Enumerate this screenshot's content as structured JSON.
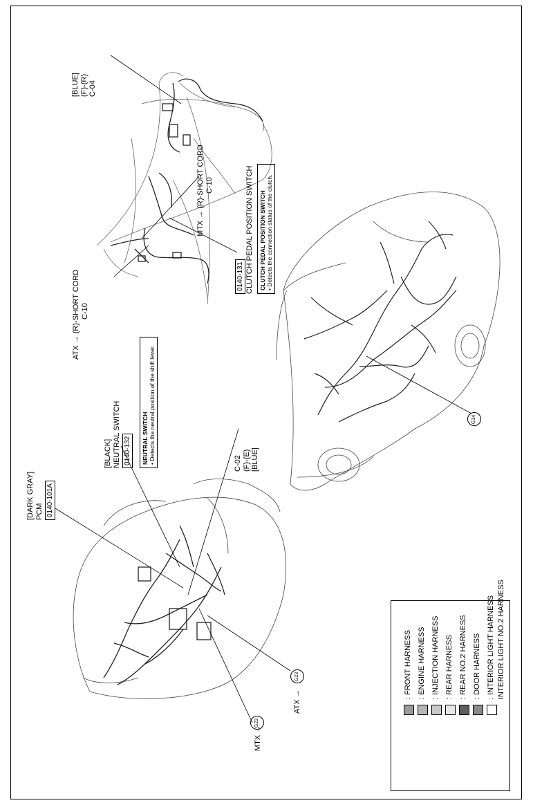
{
  "labels": {
    "pcm": {
      "color": "[DARK GRAY]",
      "name": "PCM",
      "code": "0140-101A"
    },
    "neutral_switch": {
      "color": "[BLACK]",
      "name": "NEUTRAL SWITCH",
      "code": "0140-132",
      "note_title": "NEUTRAL SWITCH",
      "note_text": "• Detects the neutral position of the shift lever."
    },
    "c02": {
      "code": "C-02",
      "pins": "(F)-(E)",
      "color": "[BLUE]"
    },
    "c04": {
      "color": "[BLUE]",
      "pins": "(F)-(R)",
      "code": "C-04"
    },
    "mtx_short": {
      "text": "MTX → (R)-SHORT CORD",
      "code": "C-10"
    },
    "atx_short": {
      "text": "ATX → (R)-SHORT CORD",
      "code": "C-10"
    },
    "clutch": {
      "code": "0140-131",
      "name": "CLUTCH PEDAL POSITION SWITCH",
      "note_title": "CLUTCH PEDAL POSITION SWITCH",
      "note_text": "• Detects the connection status of the clutch."
    },
    "mtx_ground": {
      "prefix": "MTX →",
      "id": "G23"
    },
    "atx_ground": {
      "prefix": "ATX →",
      "id": "G23"
    },
    "g14": {
      "id": "G14"
    }
  },
  "legend": [
    {
      "label": ": FRONT HARNESS",
      "fill": "#9a9a9a"
    },
    {
      "label": ": ENGINE HARNESS",
      "fill": "#b5b5b5"
    },
    {
      "label": ": INJECTION HARNESS",
      "fill": "#c8c8c8"
    },
    {
      "label": ": REAR HARNESS",
      "fill": "#e6e6e6"
    },
    {
      "label": ": REAR NO.2 HARNESS",
      "fill": "#5e5e5e"
    },
    {
      "label": ": DOOR HARNESS",
      "fill": "#8a8a8a"
    },
    {
      "label": ": INTERIOR LIGHT HARNESS",
      "fill": "#ffffff"
    },
    {
      "label": "INTERIOR LIGHT NO.2 HARNESS",
      "fill": ""
    }
  ]
}
